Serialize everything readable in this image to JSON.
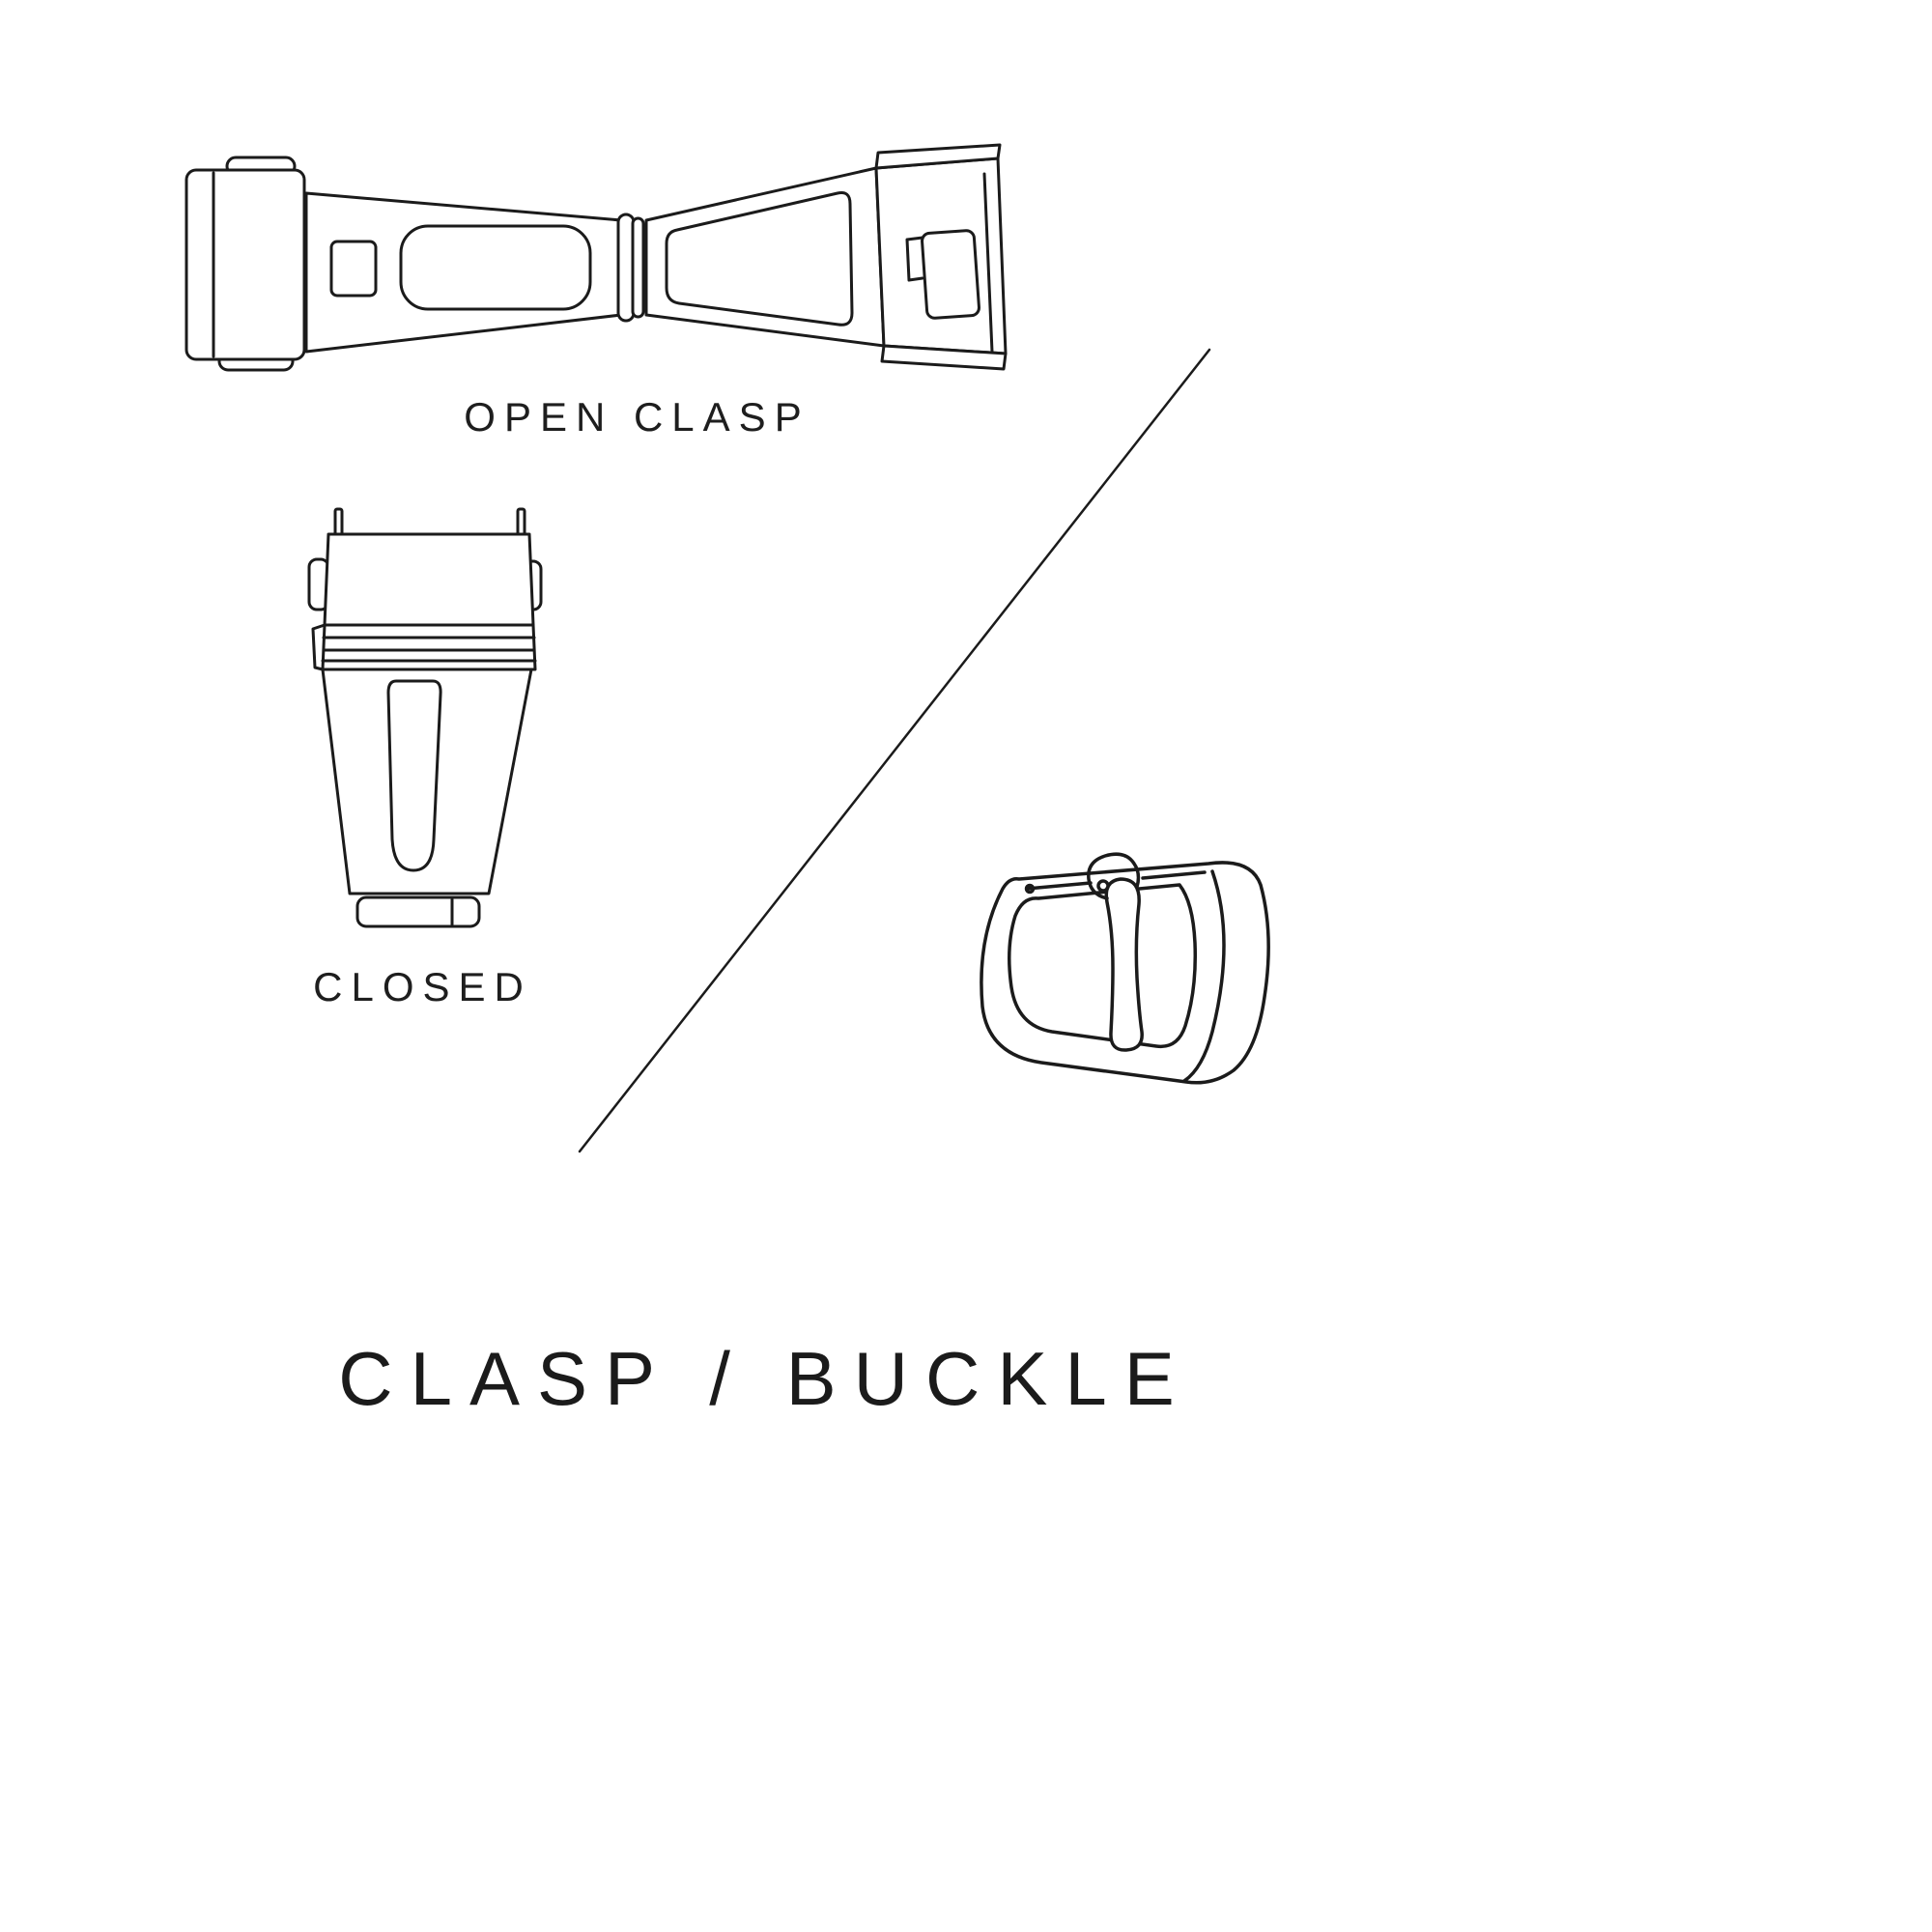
{
  "page": {
    "background_color": "#ffffff",
    "line_color": "#1b1b1b",
    "text_color": "#1e1e1e"
  },
  "labels": {
    "open_clasp": "OPEN CLASP",
    "closed": "CLOSED",
    "title": "CLASP / BUCKLE"
  },
  "illustrations": [
    {
      "name": "open-clasp-illustration",
      "meaning": "watch deployant clasp shown open"
    },
    {
      "name": "closed-clasp-illustration",
      "meaning": "watch clasp shown closed, top view"
    },
    {
      "name": "pin-buckle-illustration",
      "meaning": "watch strap tang buckle with pin"
    },
    {
      "name": "diagonal-divider",
      "meaning": "thin diagonal separator line"
    }
  ]
}
